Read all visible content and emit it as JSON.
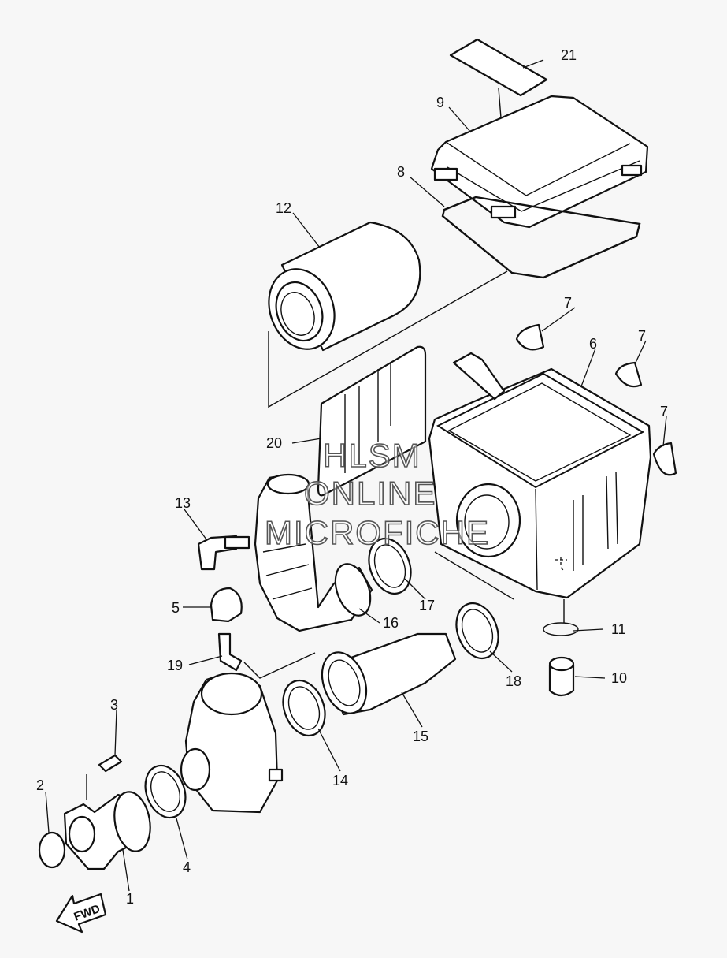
{
  "callouts": {
    "c1": "1",
    "c2": "2",
    "c3": "3",
    "c4": "4",
    "c5": "5",
    "c6": "6",
    "c7": "7",
    "c8": "8",
    "c9": "9",
    "c10": "10",
    "c11": "11",
    "c12": "12",
    "c13": "13",
    "c14": "14",
    "c15": "15",
    "c16": "16",
    "c17": "17",
    "c18": "18",
    "c19": "19",
    "c20": "20",
    "c21": "21"
  },
  "watermark": {
    "line1": "HLSM",
    "line2": "ONLINE",
    "line3": "MICROFICHE"
  },
  "direction_label": "FWD"
}
